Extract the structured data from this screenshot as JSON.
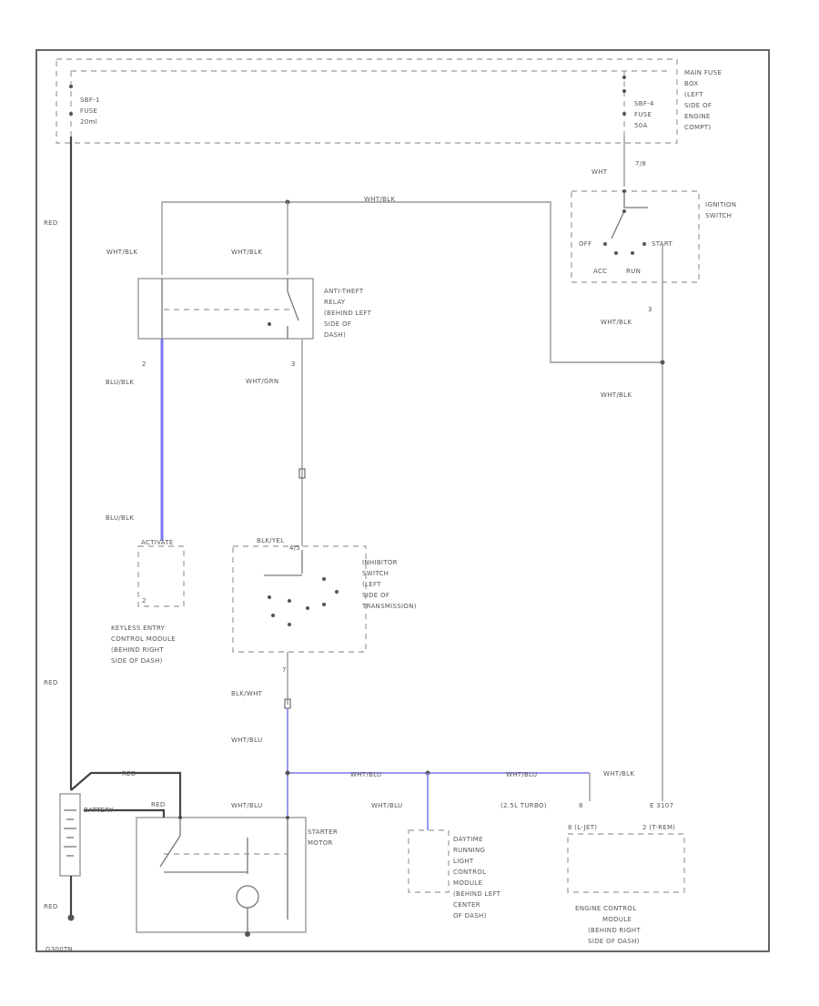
{
  "fuse_box": {
    "left_fuse": [
      "SBF-1",
      "FUSE",
      "20ml"
    ],
    "right_fuse": [
      "SBF-4",
      "FUSE",
      "50A"
    ],
    "label": [
      "MAIN FUSE",
      "BOX",
      "(LEFT",
      "SIDE OF",
      "ENGINE",
      "COMPT)"
    ]
  },
  "ignition_switch": {
    "label": [
      "IGNITION",
      "SWITCH"
    ],
    "terminal_top": "7/8",
    "pos_off": "OFF",
    "pos_start": "START",
    "pos_acc": "ACC",
    "pos_run": "RUN",
    "pin_bottom": "3"
  },
  "relay": {
    "label": [
      "ANTI-THEFT",
      "RELAY",
      "(BEHIND LEFT",
      "SIDE OF",
      "DASH)"
    ],
    "pin_left": "2",
    "pin_right": "3"
  },
  "inhibitor": {
    "label": [
      "INHIBITOR",
      "SWITCH",
      "(LEFT",
      "SIDE OF",
      "TRANSMISSION)"
    ],
    "pin_top": "4/5",
    "pin_bottom": "7"
  },
  "keyless": {
    "label": [
      "KEYLESS ENTRY",
      "CONTROL MODULE",
      "(BEHIND RIGHT",
      "SIDE OF DASH)"
    ],
    "pin": "2",
    "top_label": "ACTIVATE"
  },
  "daytime": {
    "label": [
      "DAYTIME",
      "RUNNING",
      "LIGHT",
      "CONTROL",
      "MODULE",
      "(BEHIND LEFT",
      "CENTER",
      "OF DASH)"
    ]
  },
  "ecm": {
    "label": [
      "ENGINE CONTROL",
      "MODULE",
      "(BEHIND RIGHT",
      "SIDE OF DASH)"
    ],
    "pin_left": "8 (L-JET)",
    "pin_right": "2 (T-REM)",
    "turbo_label": "(2.5L TURBO)",
    "turbo_pin": "8",
    "top_right": "E 3107"
  },
  "starter": {
    "label": [
      "STARTER",
      "MOTOR"
    ]
  },
  "battery": {
    "label": "BATTERY"
  },
  "wires": {
    "red_top": "RED",
    "red_mid": "RED",
    "red_bot": "RED",
    "red_batt1": "RED",
    "red_batt2": "RED",
    "wht_top": "WHT",
    "wht_blk_top": "WHT/BLK",
    "wht_blk_left": "WHT/BLK",
    "wht_blk_relay": "WHT/BLK",
    "wht_blk_ign": "WHT/BLK",
    "wht_blk_right": "WHT/BLK",
    "wht_blk_ecm": "WHT/BLK",
    "wht_grn": "WHT/GRN",
    "blu_blk_top": "BLU/BLK",
    "blu_blk_bot": "BLU/BLK",
    "blk_yel": "BLK/YEL",
    "blk_wht": "BLK/WHT",
    "wht_blu_mid": "WHT/BLU",
    "wht_blu_h1": "WHT/BLU",
    "wht_blu_h2": "WHT/BLU",
    "wht_blu_drl": "WHT/BLU",
    "wht_blu_starter": "WHT/BLU"
  },
  "footer": "G300TN"
}
